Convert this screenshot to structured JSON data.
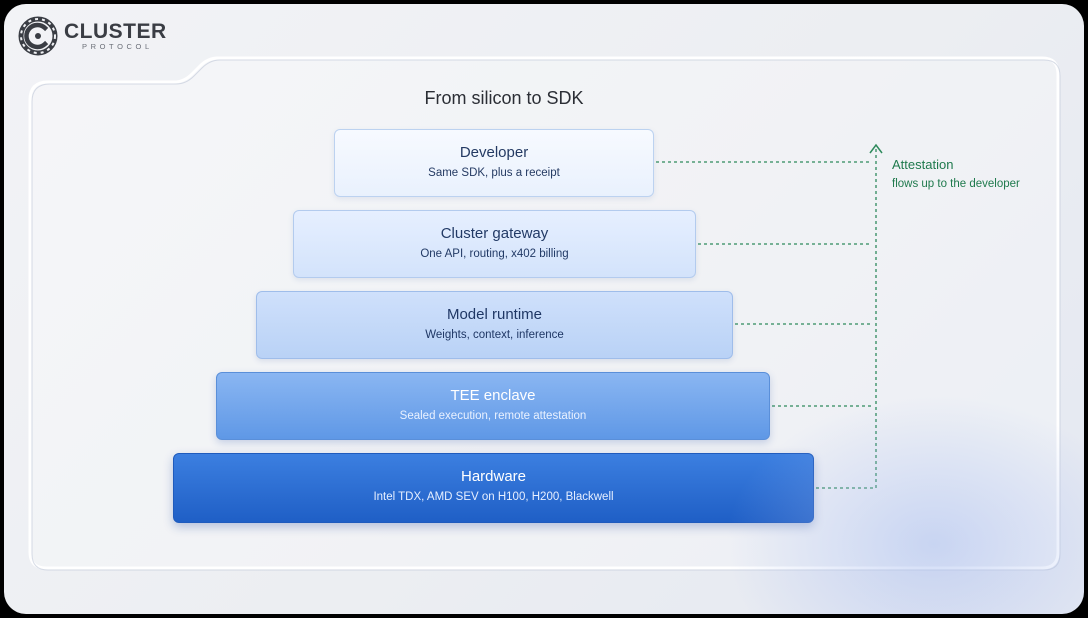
{
  "brand": {
    "name": "CLUSTER",
    "tagline": "PROTOCOL"
  },
  "diagram": {
    "title": "From silicon to SDK",
    "layers": [
      {
        "name": "Developer",
        "description": "Same SDK, plus a receipt"
      },
      {
        "name": "Cluster gateway",
        "description": "One API, routing, x402 billing"
      },
      {
        "name": "Model runtime",
        "description": "Weights, context, inference"
      },
      {
        "name": "TEE enclave",
        "description": "Sealed execution, remote attestation"
      },
      {
        "name": "Hardware",
        "description": "Intel TDX, AMD SEV on H100, H200, Blackwell"
      }
    ],
    "attestation": {
      "title": "Attestation",
      "subtitle": "flows up to the developer"
    }
  },
  "colors": {
    "attestation_green": "#1f7a4d",
    "hardware_blue": "#1f5fc6",
    "developer_light": "#f7faff"
  }
}
